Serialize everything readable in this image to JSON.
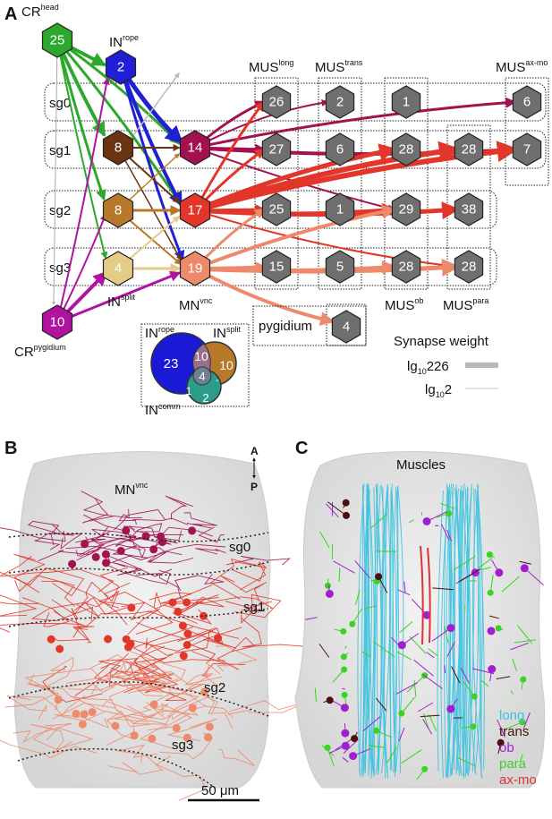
{
  "panels": {
    "a": "A",
    "b": "B",
    "c": "C"
  },
  "rows": {
    "sg0": "sg0",
    "sg1": "sg1",
    "sg2": "sg2",
    "sg3": "sg3"
  },
  "cr_head": {
    "base": "CR",
    "sup": "head",
    "value": "25",
    "color": "#2ca82c"
  },
  "in_rope": {
    "base": "IN",
    "sup": "rope",
    "value": "2",
    "color": "#1f1fd6"
  },
  "in_split": {
    "base": "IN",
    "sup": "split"
  },
  "mn_vnc": {
    "base": "MN",
    "sup": "vnc"
  },
  "cr_pygidium": {
    "base": "CR",
    "sup": "pygidium",
    "value": "10",
    "color": "#b0139f"
  },
  "interneurons": {
    "sg1": {
      "value": "8",
      "color": "#6b3410"
    },
    "sg2": {
      "value": "8",
      "color": "#b8782a"
    },
    "sg3": {
      "value": "4",
      "color": "#e4cb88"
    }
  },
  "motor": {
    "sg1": {
      "value": "14",
      "color": "#a3124f"
    },
    "sg2": {
      "value": "17",
      "color": "#e3362a"
    },
    "sg3": {
      "value": "19",
      "color": "#ee8a6c"
    }
  },
  "mus_groups": {
    "long": {
      "base": "MUS",
      "sup": "long"
    },
    "trans": {
      "base": "MUS",
      "sup": "trans"
    },
    "ob": {
      "base": "MUS",
      "sup": "ob"
    },
    "para": {
      "base": "MUS",
      "sup": "para"
    },
    "axmo": {
      "base": "MUS",
      "sup": "ax-mo"
    }
  },
  "mus_values": {
    "sg0": {
      "long": "26",
      "trans": "2",
      "ob": "1",
      "axmo": "6"
    },
    "sg1": {
      "long": "27",
      "trans": "6",
      "ob": "28",
      "para": "28",
      "axmo": "7"
    },
    "sg2": {
      "long": "25",
      "trans": "1",
      "ob": "29",
      "para": "38"
    },
    "sg3": {
      "long": "15",
      "trans": "5",
      "ob": "28",
      "para": "28"
    }
  },
  "pygidium": {
    "label": "pygidium",
    "value": "4"
  },
  "venn": {
    "rope_label": {
      "base": "IN",
      "sup": "rope"
    },
    "split_label": {
      "base": "IN",
      "sup": "split"
    },
    "comm_label": {
      "base": "IN",
      "sup": "comm"
    },
    "rope_only": "23",
    "rope_split": "10",
    "split_only": "10",
    "center": "4",
    "rope_comm": "1",
    "comm_only": "2",
    "split_comm": "-",
    "colors": {
      "rope": "#1a1ad6",
      "split": "#b8782a",
      "comm": "#2c9c8a"
    }
  },
  "synapse": {
    "title": "Synapse weight",
    "big_base": "lg",
    "big_sub": "10",
    "big_val": "226",
    "small_base": "lg",
    "small_sub": "10",
    "small_val": "2"
  },
  "panel_b": {
    "title_base": "MN",
    "title_sup": "vnc",
    "sg0": "sg0",
    "sg1": "sg1",
    "sg2": "sg2",
    "sg3": "sg3",
    "axis_a": "A",
    "axis_p": "P",
    "scale": "50 μm"
  },
  "panel_c": {
    "title": "Muscles",
    "legend": [
      {
        "label": "long",
        "color": "#3ec3e0"
      },
      {
        "label": "trans",
        "color": "#4a0f0f"
      },
      {
        "label": "ob",
        "color": "#a020d0"
      },
      {
        "label": "para",
        "color": "#39d41f"
      },
      {
        "label": "ax-mo",
        "color": "#e0303a"
      }
    ]
  }
}
